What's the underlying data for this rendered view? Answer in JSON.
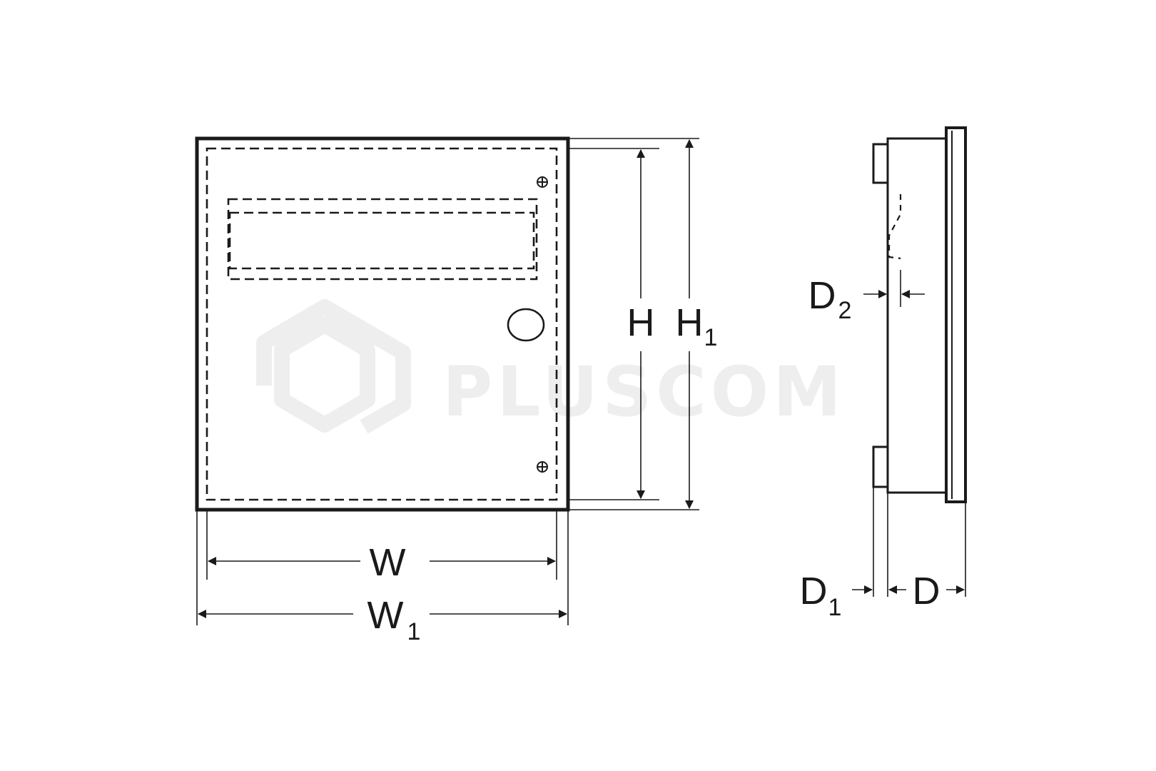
{
  "labels": {
    "width_inner": "W",
    "width_outer": "W",
    "width_outer_sub": "1",
    "height_inner": "H",
    "height_outer": "H",
    "height_outer_sub": "1",
    "depth": "D",
    "depth_1": "D",
    "depth_1_sub": "1",
    "depth_2": "D",
    "depth_2_sub": "2"
  },
  "watermark": {
    "text": "PLUSCOM",
    "color": "#eeeeee"
  },
  "colors": {
    "line": "#1a1a1a",
    "background": "#ffffff"
  }
}
